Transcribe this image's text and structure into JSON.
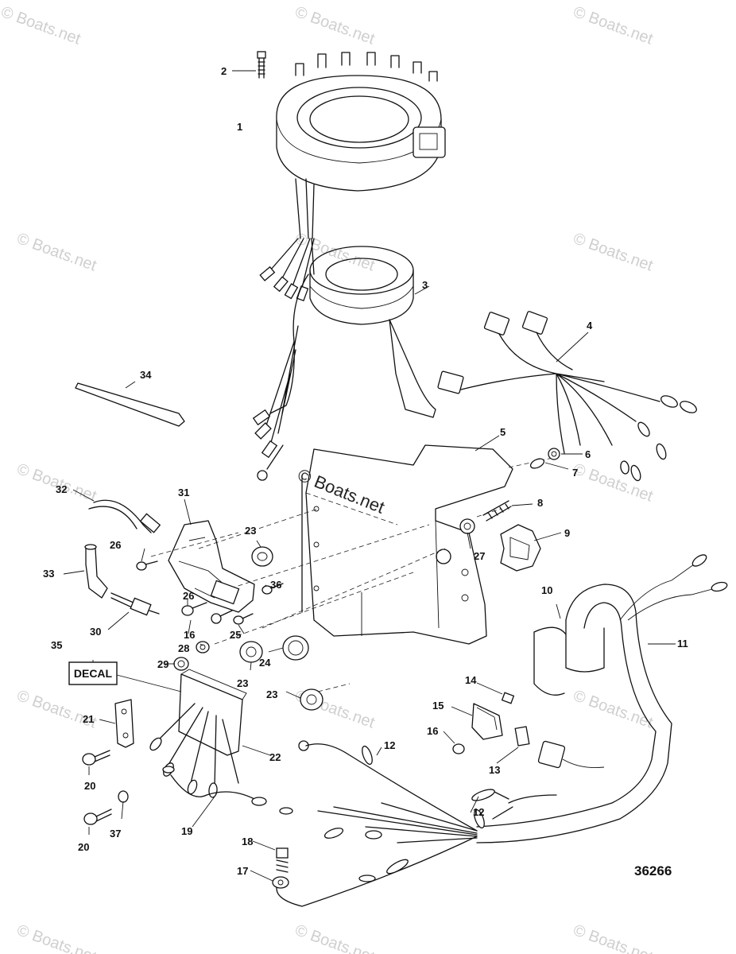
{
  "watermark": {
    "text": "© Boats.net"
  },
  "figure_number": "36266",
  "decal_text": "DECAL",
  "callouts": [
    "1",
    "2",
    "3",
    "4",
    "5",
    "6",
    "7",
    "8",
    "9",
    "10",
    "11",
    "12",
    "12",
    "13",
    "14",
    "15",
    "16",
    "16",
    "17",
    "18",
    "19",
    "20",
    "20",
    "21",
    "22",
    "23",
    "23",
    "23",
    "24",
    "25",
    "26",
    "26",
    "27",
    "28",
    "29",
    "30",
    "31",
    "32",
    "33",
    "34",
    "35",
    "36",
    "37"
  ]
}
